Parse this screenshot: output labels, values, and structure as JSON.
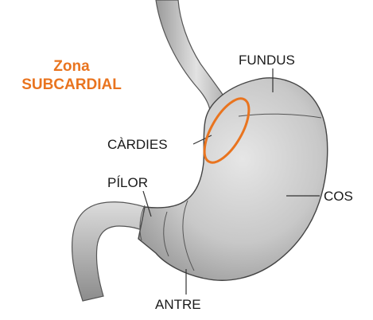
{
  "zone_label": {
    "line1": "Zona",
    "line2": "SUBCARDIAL",
    "color": "#e9741f"
  },
  "labels": {
    "fundus": "FUNDUS",
    "cardies": "CÀRDIES",
    "pilor": "PÍLOR",
    "cos": "COS",
    "antre": "ANTRE"
  },
  "colors": {
    "organ_fill": "#c9c9c9",
    "organ_stroke": "#444444",
    "leader_line": "#333333",
    "highlight_ring": "#e9741f"
  }
}
